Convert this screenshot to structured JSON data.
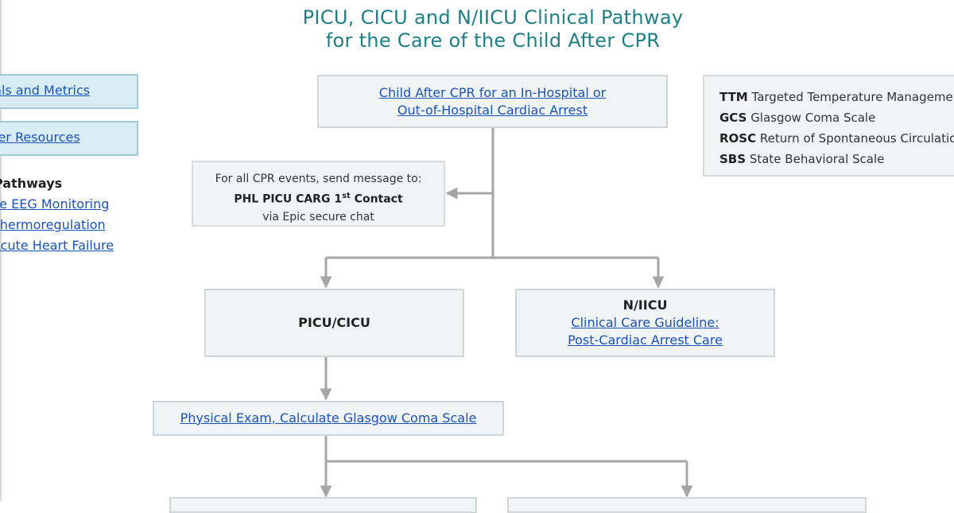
{
  "title": {
    "line1": "PICU, CICU and N/IICU Clinical Pathway",
    "line2": "for the Care of the Child After CPR"
  },
  "sidebar": {
    "buttons": [
      {
        "label": "Goals and Metrics"
      },
      {
        "label": "Provider Resources"
      }
    ],
    "pathways_heading": "Pathways",
    "pathway_links": [
      "Seizure EEG Monitoring",
      "Thermoregulation",
      "Acute Heart Failure"
    ]
  },
  "legend": [
    {
      "abbr": "TTM",
      "text": "Targeted Temperature Management"
    },
    {
      "abbr": "GCS",
      "text": "Glasgow Coma Scale"
    },
    {
      "abbr": "ROSC",
      "text": "Return of Spontaneous Circulation"
    },
    {
      "abbr": "SBS",
      "text": "State Behavioral Scale"
    }
  ],
  "flow": {
    "start": {
      "line1": "Child After CPR for an In-Hospital or",
      "line2": "Out-of-Hospital Cardiac Arrest"
    },
    "notify": {
      "line1": "For all CPR events, send message to:",
      "line2_prefix": "PHL PICU CARG 1",
      "line2_sup": "st",
      "line2_suffix": " Contact",
      "line3": "via Epic secure chat"
    },
    "picu": {
      "label": "PICU/CICU"
    },
    "niicu": {
      "heading": "N/IICU",
      "link1": "Clinical Care Guideline:",
      "link2": "Post-Cardiac Arrest Care"
    },
    "exam": {
      "label": "Physical Exam, Calculate Glasgow Coma Scale"
    }
  },
  "colors": {
    "title": "#1f7f86",
    "link": "#1a52b8",
    "connector": "#a6a6a6",
    "box_fill": "#f1f4f5",
    "sidebar_fill": "#d8edf3"
  }
}
